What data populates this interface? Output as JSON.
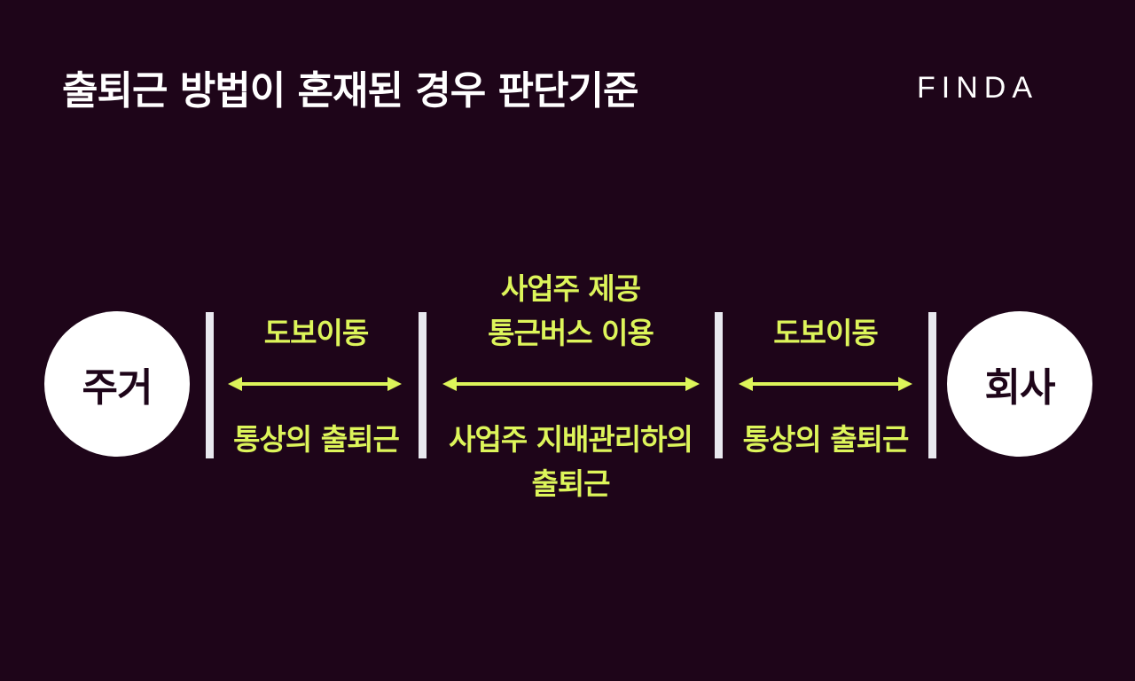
{
  "header": {
    "title": "출퇴근 방법이 혼재된 경우 판단기준",
    "brand": "FINDA"
  },
  "colors": {
    "background": "#1e0519",
    "accent": "#ddf55a",
    "white": "#ffffff",
    "divider": "#e9e9ef"
  },
  "nodes": {
    "start": "주거",
    "end": "회사"
  },
  "segments": [
    {
      "top_lines": [
        "도보이동"
      ],
      "bottom_lines": [
        "통상의 출퇴근"
      ]
    },
    {
      "top_lines": [
        "사업주 제공",
        "통근버스 이용"
      ],
      "bottom_lines": [
        "사업주 지배관리하의",
        "출퇴근"
      ]
    },
    {
      "top_lines": [
        "도보이동"
      ],
      "bottom_lines": [
        "통상의 출퇴근"
      ]
    }
  ],
  "icons": {
    "arrow": "double-headed-arrow"
  }
}
